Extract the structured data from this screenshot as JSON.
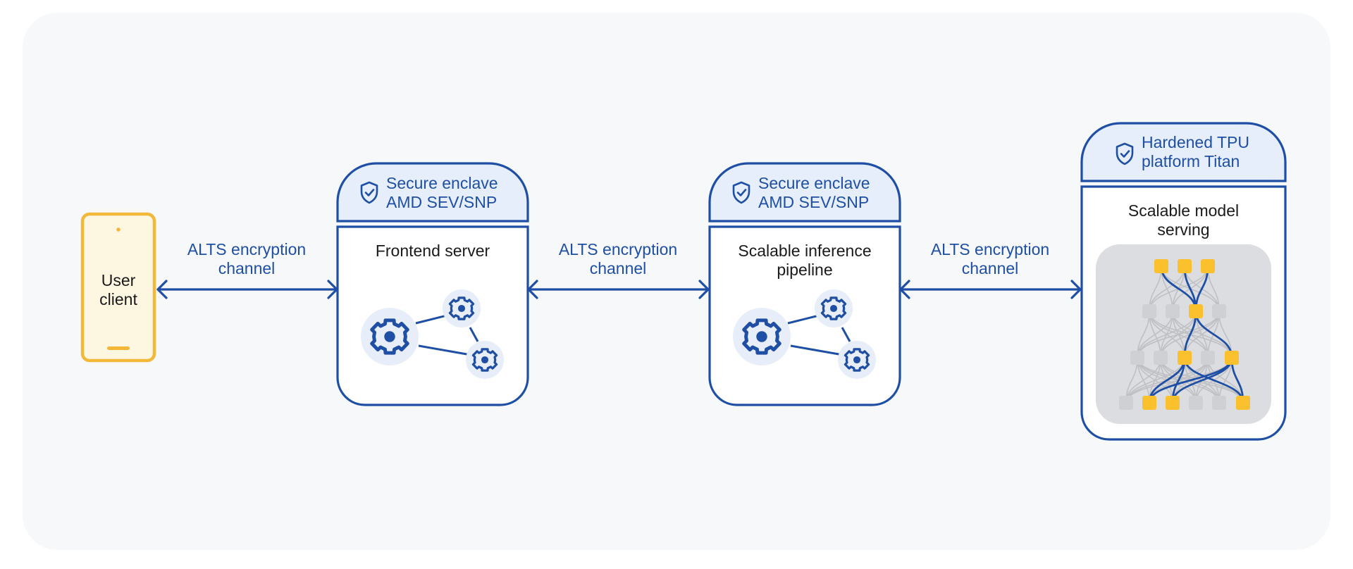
{
  "colors": {
    "panel_bg": "#f7f8fa",
    "accent_blue": "#1f4fa5",
    "header_fill": "#e6eefb",
    "gear_bg": "#e8eef9",
    "phone_fill": "#fdf6e0",
    "phone_stroke": "#f3b83a",
    "node_active": "#fbc02d",
    "node_inactive": "#cfd0d4",
    "model_bg": "#dcdde1"
  },
  "user_client": {
    "line1": "User",
    "line2": "client",
    "icon": "phone-icon"
  },
  "channel": {
    "line1": "ALTS encryption",
    "line2": "channel"
  },
  "nodes": {
    "frontend": {
      "header_line1": "Secure enclave",
      "header_line2": "AMD SEV/SNP",
      "title_line1": "Frontend server",
      "title_line2": "",
      "icon": "gears-network-icon"
    },
    "inference": {
      "header_line1": "Secure enclave",
      "header_line2": "AMD SEV/SNP",
      "title_line1": "Scalable inference",
      "title_line2": "pipeline",
      "icon": "gears-network-icon"
    },
    "model": {
      "header_line1": "Hardened TPU",
      "header_line2": "platform Titan",
      "title_line1": "Scalable model",
      "title_line2": "serving",
      "icon": "neural-network-icon"
    }
  }
}
